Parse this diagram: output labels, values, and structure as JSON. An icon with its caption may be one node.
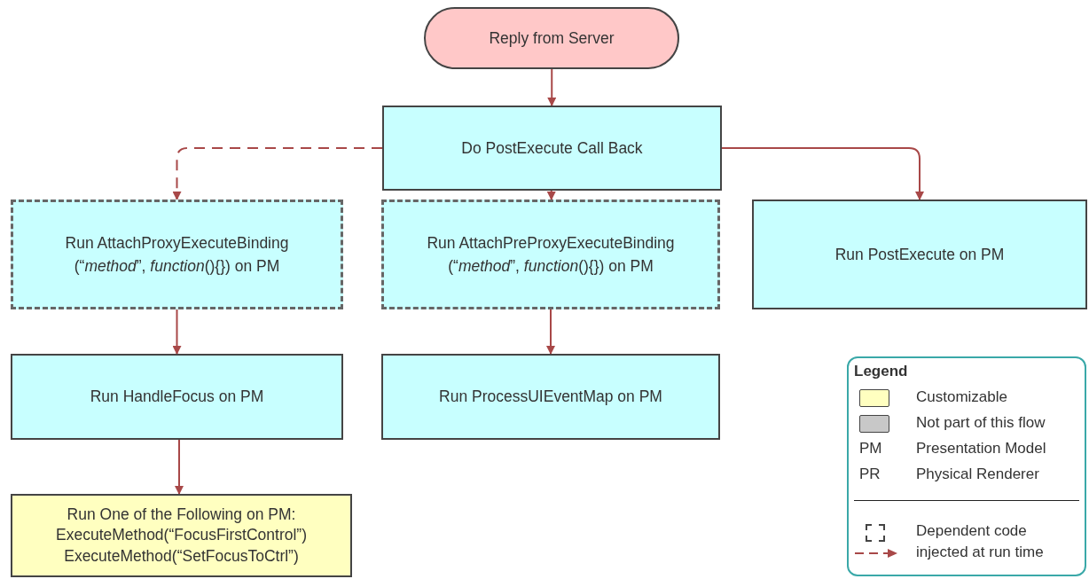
{
  "diagram": {
    "nodes": [
      {
        "text": [
          "Reply from Server"
        ]
      },
      {
        "text": [
          "Do PostExecute Call Back"
        ]
      },
      {
        "text": [
          "Run AttachProxyExecuteBinding (“*method*”, *function*(){}) on PM"
        ]
      },
      {
        "text": [
          "Run AttachPreProxyExecuteBinding (“*method*”, *function*(){}) on PM"
        ]
      },
      {
        "text": [
          "Run PostExecute on PM"
        ]
      },
      {
        "text": [
          "Run HandleFocus on PM"
        ]
      },
      {
        "text": [
          "Run ProcessUIEventMap on PM"
        ]
      },
      {
        "text": [
          "Run One of the Following on PM:",
          "ExecuteMethod(“FocusFirstControl”)",
          "ExecuteMethod(“SetFocusToCtrl”)"
        ]
      }
    ],
    "edges": [
      {
        "from": 0,
        "to": 1,
        "arrow": "to"
      },
      {
        "from": 1,
        "to": 2,
        "arrow": "to",
        "style": "dashed"
      },
      {
        "from": 1,
        "to": 3,
        "arrow": "to",
        "style": "dashed"
      },
      {
        "from": 1,
        "to": 4,
        "arrow": "to"
      },
      {
        "from": 2,
        "to": 5,
        "arrow": "to"
      },
      {
        "from": 3,
        "to": 6,
        "arrow": "to"
      },
      {
        "from": 5,
        "to": 7,
        "arrow": "to"
      }
    ],
    "labels": [
      "Legend",
      "PM",
      "PR"
    ],
    "legend": [
      {
        "text": "Customizable",
        "color": "#ffffc0"
      },
      {
        "text": "Not part of this flow",
        "color": "#c8c8c8"
      },
      {
        "text": "Presentation Model"
      },
      {
        "text": "Physical Renderer"
      },
      {
        "text": "Dependent code injected at run time"
      }
    ]
  }
}
